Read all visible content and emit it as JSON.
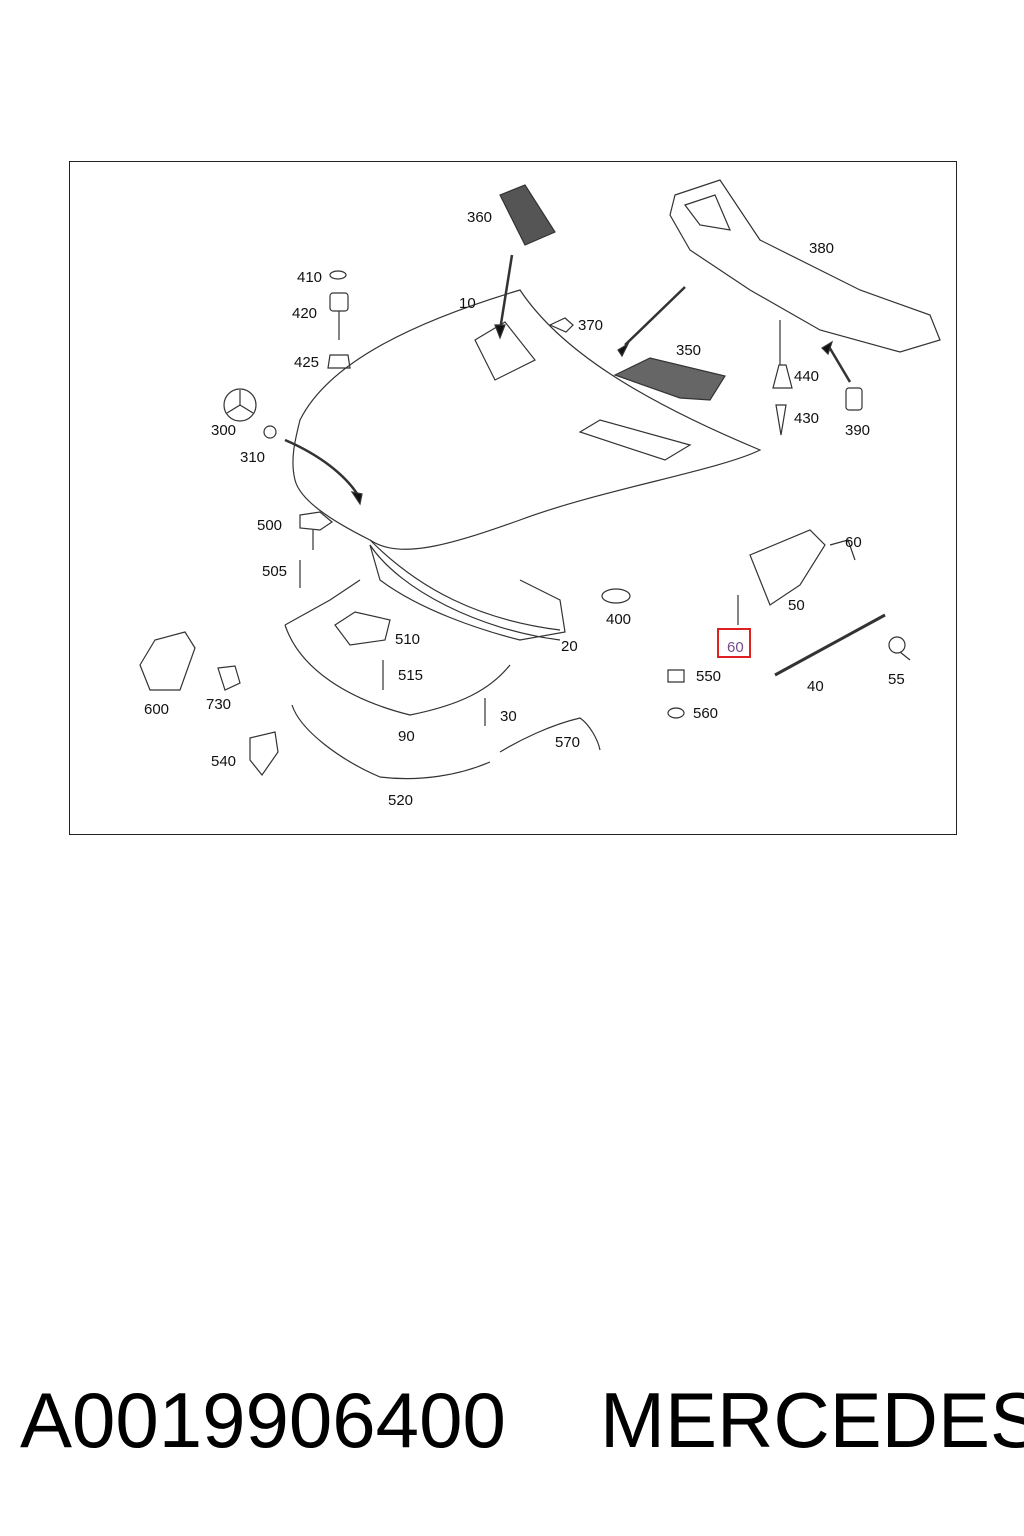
{
  "diagram": {
    "callouts": [
      {
        "id": "c360",
        "text": "360"
      },
      {
        "id": "c380",
        "text": "380"
      },
      {
        "id": "c410",
        "text": "410"
      },
      {
        "id": "c420",
        "text": "420"
      },
      {
        "id": "c425",
        "text": "425"
      },
      {
        "id": "c10",
        "text": "10"
      },
      {
        "id": "c370",
        "text": "370"
      },
      {
        "id": "c350",
        "text": "350"
      },
      {
        "id": "c440",
        "text": "440"
      },
      {
        "id": "c430",
        "text": "430"
      },
      {
        "id": "c390",
        "text": "390"
      },
      {
        "id": "c300",
        "text": "300"
      },
      {
        "id": "c310",
        "text": "310"
      },
      {
        "id": "c500",
        "text": "500"
      },
      {
        "id": "c505",
        "text": "505"
      },
      {
        "id": "c60a",
        "text": "60"
      },
      {
        "id": "c50",
        "text": "50"
      },
      {
        "id": "c400",
        "text": "400"
      },
      {
        "id": "c20",
        "text": "20"
      },
      {
        "id": "c510",
        "text": "510"
      },
      {
        "id": "c515",
        "text": "515"
      },
      {
        "id": "c60b",
        "text": "60"
      },
      {
        "id": "c600",
        "text": "600"
      },
      {
        "id": "c730",
        "text": "730"
      },
      {
        "id": "c550",
        "text": "550"
      },
      {
        "id": "c40",
        "text": "40"
      },
      {
        "id": "c55",
        "text": "55"
      },
      {
        "id": "c30",
        "text": "30"
      },
      {
        "id": "c560",
        "text": "560"
      },
      {
        "id": "c90",
        "text": "90"
      },
      {
        "id": "c570",
        "text": "570"
      },
      {
        "id": "c540",
        "text": "540"
      },
      {
        "id": "c520",
        "text": "520"
      }
    ],
    "highlighted_callout": "60",
    "highlight_color": "#e02020",
    "highlight_text_color": "#7a4a8a"
  },
  "footer": {
    "part_number": "A0019906400",
    "brand": "MERCEDES"
  }
}
